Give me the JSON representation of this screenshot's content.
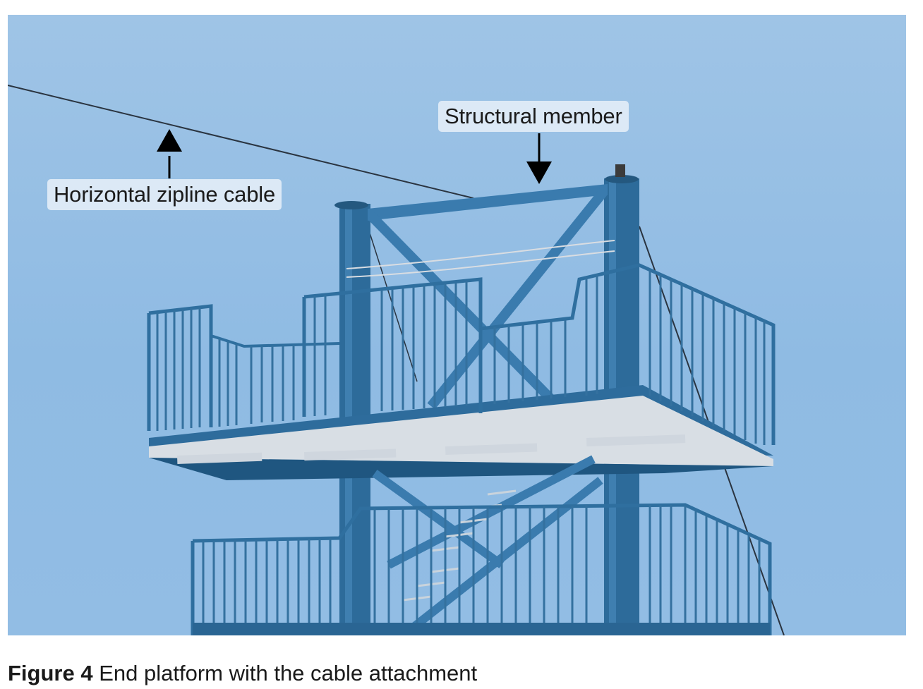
{
  "figure": {
    "label": "Figure 4",
    "caption": "End platform with the cable attachment"
  },
  "callouts": {
    "cable": "Horizontal zipline cable",
    "member": "Structural member"
  },
  "colors": {
    "sky": "#93bee4",
    "steel": "#2f6f9f",
    "steel_dark": "#1d4f76",
    "callout_bg": "#e1ecf7"
  }
}
